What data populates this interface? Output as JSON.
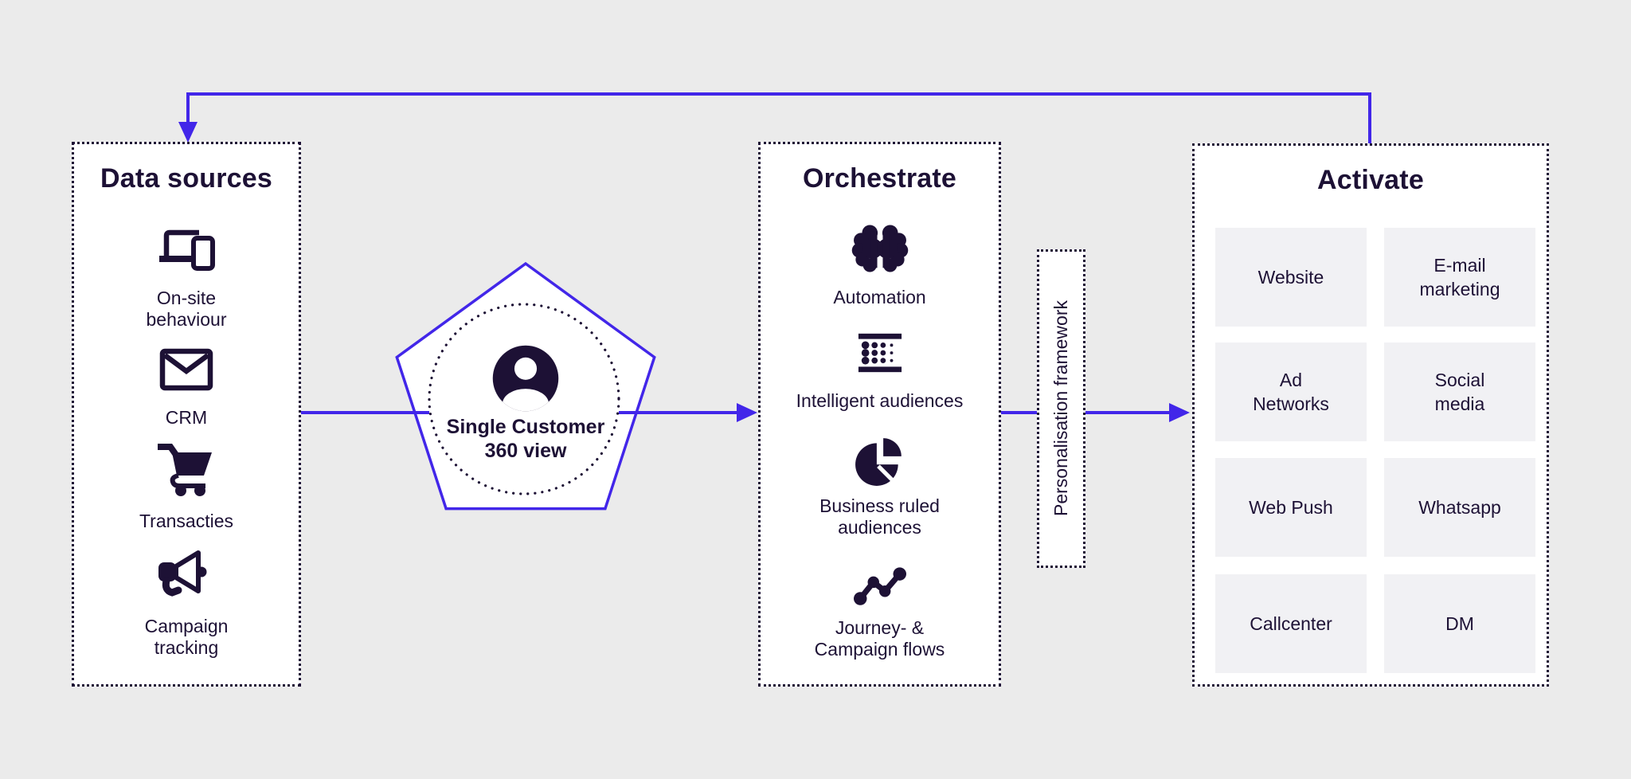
{
  "colors": {
    "background": "#ebebeb",
    "ink": "#1d1135",
    "accent": "#4226e9",
    "box_bg": "#ffffff",
    "cell_bg": "#f1f1f4"
  },
  "data_sources": {
    "title": "Data sources",
    "items": [
      {
        "icon": "devices-icon",
        "label": "On-site\nbehaviour"
      },
      {
        "icon": "envelope-icon",
        "label": "CRM"
      },
      {
        "icon": "cart-icon",
        "label": "Transacties"
      },
      {
        "icon": "megaphone-icon",
        "label": "Campaign\ntracking"
      }
    ]
  },
  "scv": {
    "icon": "person-icon",
    "label": "Single Customer\n360 view"
  },
  "orchestrate": {
    "title": "Orchestrate",
    "items": [
      {
        "icon": "brain-icon",
        "label": "Automation"
      },
      {
        "icon": "audience-grid-icon",
        "label": "Intelligent audiences"
      },
      {
        "icon": "pie-chart-icon",
        "label": "Business ruled\naudiences"
      },
      {
        "icon": "journey-line-icon",
        "label": "Journey- &\nCampaign flows"
      }
    ]
  },
  "personalisation": {
    "label": "Personalisation framework"
  },
  "activate": {
    "title": "Activate",
    "channels": [
      "Website",
      "E-mail\nmarketing",
      "Ad\nNetworks",
      "Social\nmedia",
      "Web Push",
      "Whatsapp",
      "Callcenter",
      "DM"
    ]
  }
}
